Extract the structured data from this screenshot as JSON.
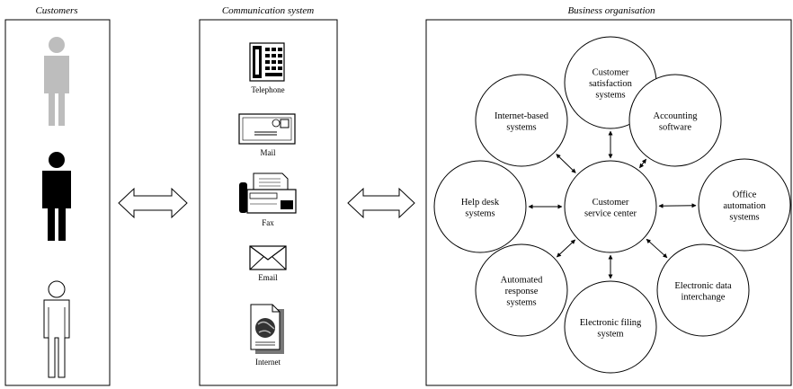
{
  "panels": {
    "customers": {
      "title": "Customers"
    },
    "communication": {
      "title": "Communication system"
    },
    "business": {
      "title": "Business organisation"
    }
  },
  "channels": [
    {
      "label": "Telephone",
      "icon": "telephone-icon"
    },
    {
      "label": "Mail",
      "icon": "mail-envelope-icon"
    },
    {
      "label": "Fax",
      "icon": "fax-machine-icon"
    },
    {
      "label": "Email",
      "icon": "email-envelope-icon"
    },
    {
      "label": "Internet",
      "icon": "globe-document-icon"
    }
  ],
  "customers": [
    {
      "icon": "person-gray-icon",
      "color": "#bdbdbd"
    },
    {
      "icon": "person-black-icon",
      "color": "#000000"
    },
    {
      "icon": "person-outline-icon",
      "color": "#ffffff"
    }
  ],
  "hub": {
    "label": [
      "Customer",
      "service center"
    ]
  },
  "systems": [
    {
      "key": "customer-satisfaction",
      "label": [
        "Customer",
        "satisfaction",
        "systems"
      ]
    },
    {
      "key": "accounting",
      "label": [
        "Accounting",
        "software"
      ]
    },
    {
      "key": "office-automation",
      "label": [
        "Office",
        "automation",
        "systems"
      ]
    },
    {
      "key": "electronic-data-interchange",
      "label": [
        "Electronic data",
        "interchange"
      ]
    },
    {
      "key": "electronic-filing",
      "label": [
        "Electronic filing",
        "system"
      ]
    },
    {
      "key": "automated-response",
      "label": [
        "Automated",
        "response",
        "systems"
      ]
    },
    {
      "key": "help-desk",
      "label": [
        "Help desk",
        "systems"
      ]
    },
    {
      "key": "internet-based",
      "label": [
        "Internet-based",
        "systems"
      ]
    }
  ]
}
